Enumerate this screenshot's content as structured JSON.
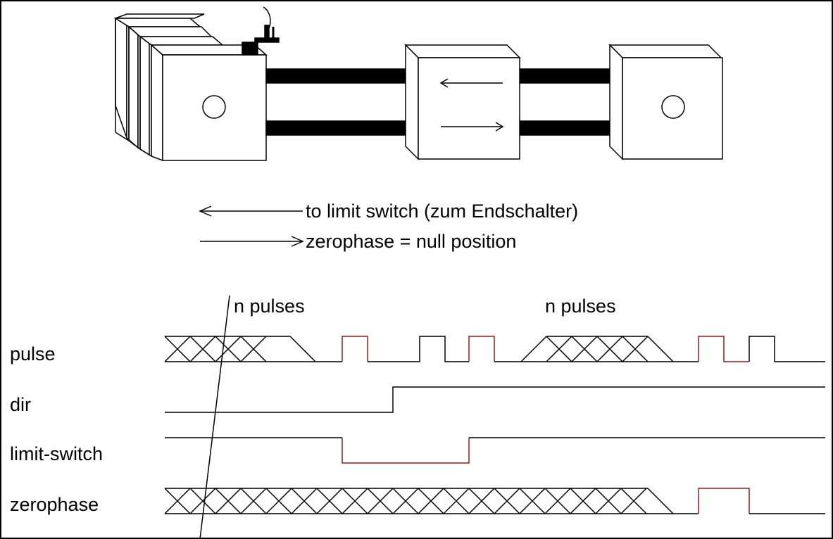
{
  "diagram": {
    "legend": {
      "left_arrow_text": "to limit switch  (zum Endschalter)",
      "right_arrow_text": "zerophase = null position"
    },
    "annotations": {
      "n_pulses_1": "n pulses",
      "n_pulses_2": "n pulses"
    },
    "signals": {
      "pulse": "pulse",
      "dir": "dir",
      "limit_switch": "limit-switch",
      "zerophase": "zerophase"
    },
    "colors": {
      "line": "#000000",
      "highlight": "#a01818",
      "fill": "#ffffff"
    }
  }
}
